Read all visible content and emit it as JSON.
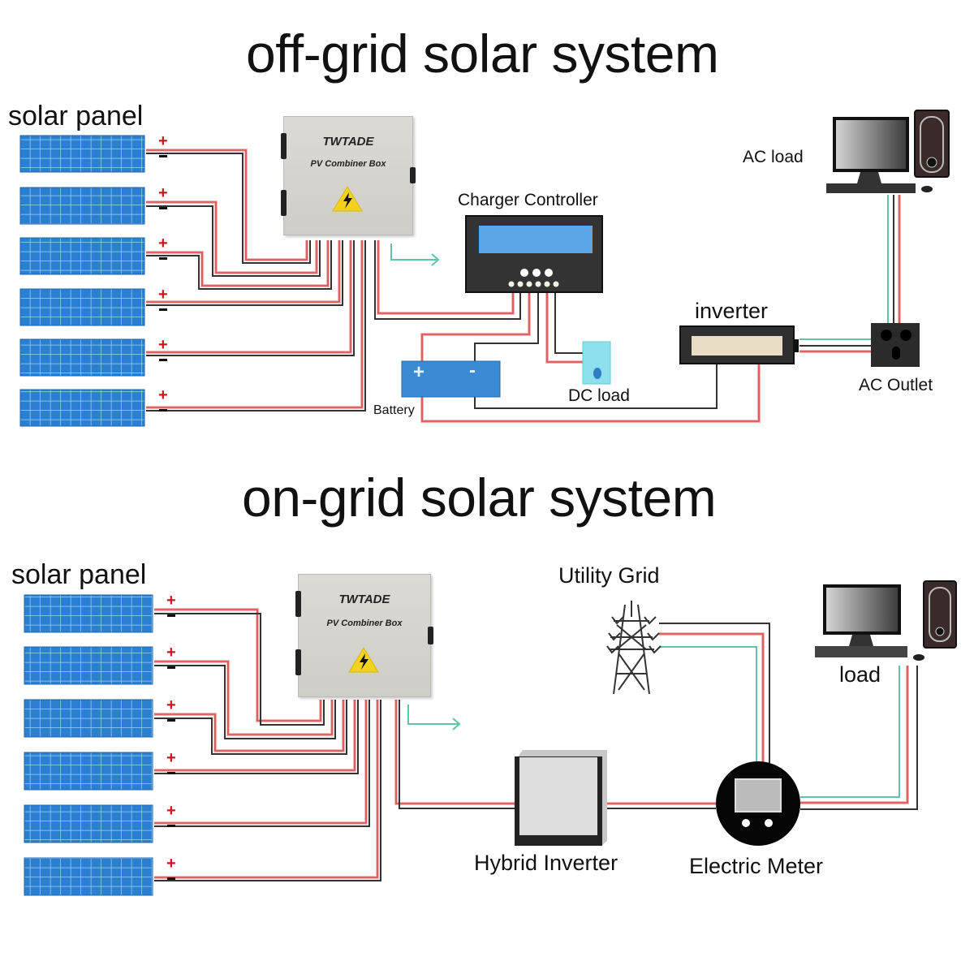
{
  "colors": {
    "positive_wire": "#d94a4a",
    "negative_wire": "#333333",
    "ground_wire": "#5fc4a8",
    "panel_blue": "#2a7fd0",
    "warning_yellow": "#f2d21c"
  },
  "off_grid": {
    "title": "off-grid solar system",
    "solar_panel_label": "solar panel",
    "panel_count": 6,
    "panel_terminals": {
      "positive": "+",
      "negative": "-"
    },
    "combiner_box": {
      "brand": "TWTADE",
      "model": "PV Combiner Box"
    },
    "charge_controller_label": "Charger Controller",
    "battery": {
      "label": "Battery",
      "positive": "+",
      "negative": "-"
    },
    "dc_load_label": "DC load",
    "inverter_label": "inverter",
    "ac_outlet_label": "AC Outlet",
    "ac_load_label": "AC load"
  },
  "on_grid": {
    "title": "on-grid solar system",
    "solar_panel_label": "solar panel",
    "panel_count": 6,
    "panel_terminals": {
      "positive": "+",
      "negative": "-"
    },
    "combiner_box": {
      "brand": "TWTADE",
      "model": "PV Combiner Box"
    },
    "utility_grid_label": "Utility Grid",
    "hybrid_inverter_label": "Hybrid Inverter",
    "electric_meter_label": "Electric Meter",
    "load_label": "load"
  }
}
